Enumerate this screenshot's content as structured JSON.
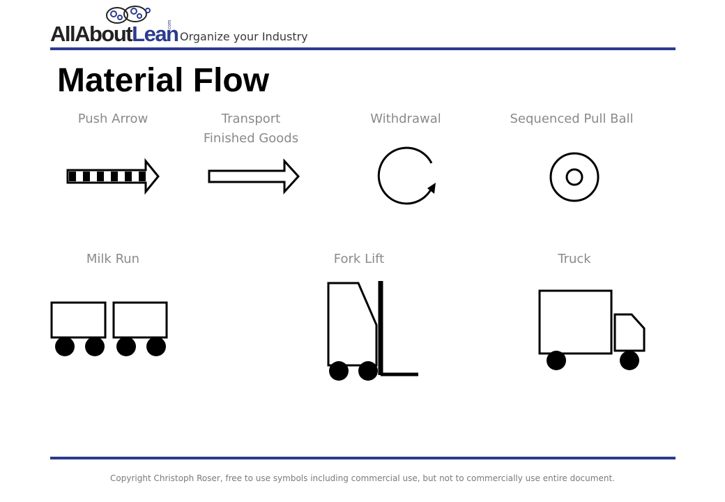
{
  "header": {
    "logo": {
      "text_part1": "AllAbout",
      "text_part2": "Lean",
      "suffix": ".com"
    },
    "tagline": "Organize your Industry"
  },
  "page": {
    "title": "Material Flow"
  },
  "symbols": [
    {
      "label": "Push Arrow",
      "icon": "push-arrow-icon"
    },
    {
      "label": "Transport\nFinished Goods",
      "icon": "transport-arrow-icon"
    },
    {
      "label": "Withdrawal",
      "icon": "withdrawal-icon"
    },
    {
      "label": "Sequenced Pull Ball",
      "icon": "sequenced-pull-ball-icon"
    },
    {
      "label": "Milk Run",
      "icon": "milk-run-icon"
    },
    {
      "label": "Fork Lift",
      "icon": "fork-lift-icon"
    },
    {
      "label": "Truck",
      "icon": "truck-icon"
    }
  ],
  "footer": {
    "copyright": "Copyright Christoph Roser, free to use symbols including commercial use, but not to commercially use entire document."
  },
  "colors": {
    "accent": "#2b3b8f",
    "label": "#8a8a8a",
    "ink": "#000000"
  }
}
